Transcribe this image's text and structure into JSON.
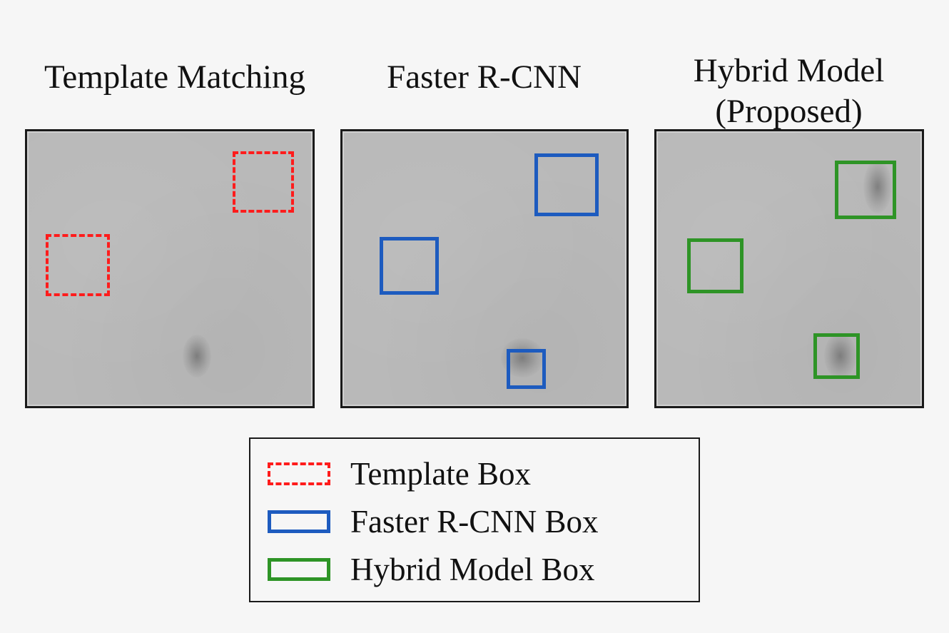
{
  "panels": [
    {
      "title": "Template Matching",
      "box_type": "Template Box",
      "boxes": 2
    },
    {
      "title": "Faster R-CNN",
      "box_type": "Faster R-CNN Box",
      "boxes": 3
    },
    {
      "title_line1": "Hybrid Model",
      "title_line2": "(Proposed)",
      "box_type": "Hybrid Model Box",
      "boxes": 3
    }
  ],
  "legend": {
    "items": [
      {
        "label": "Template Box",
        "style": "dashed",
        "color": "#ff1c1c"
      },
      {
        "label": "Faster R-CNN Box",
        "style": "solid",
        "color": "#1d5bbf"
      },
      {
        "label": "Hybrid Model Box",
        "style": "solid",
        "color": "#2e9426"
      }
    ]
  },
  "colors": {
    "template": "#ff1c1c",
    "frcnn": "#1d5bbf",
    "hybrid": "#2e9426",
    "panel_bg": "#b9b9b9",
    "page_bg": "#f6f6f6"
  }
}
